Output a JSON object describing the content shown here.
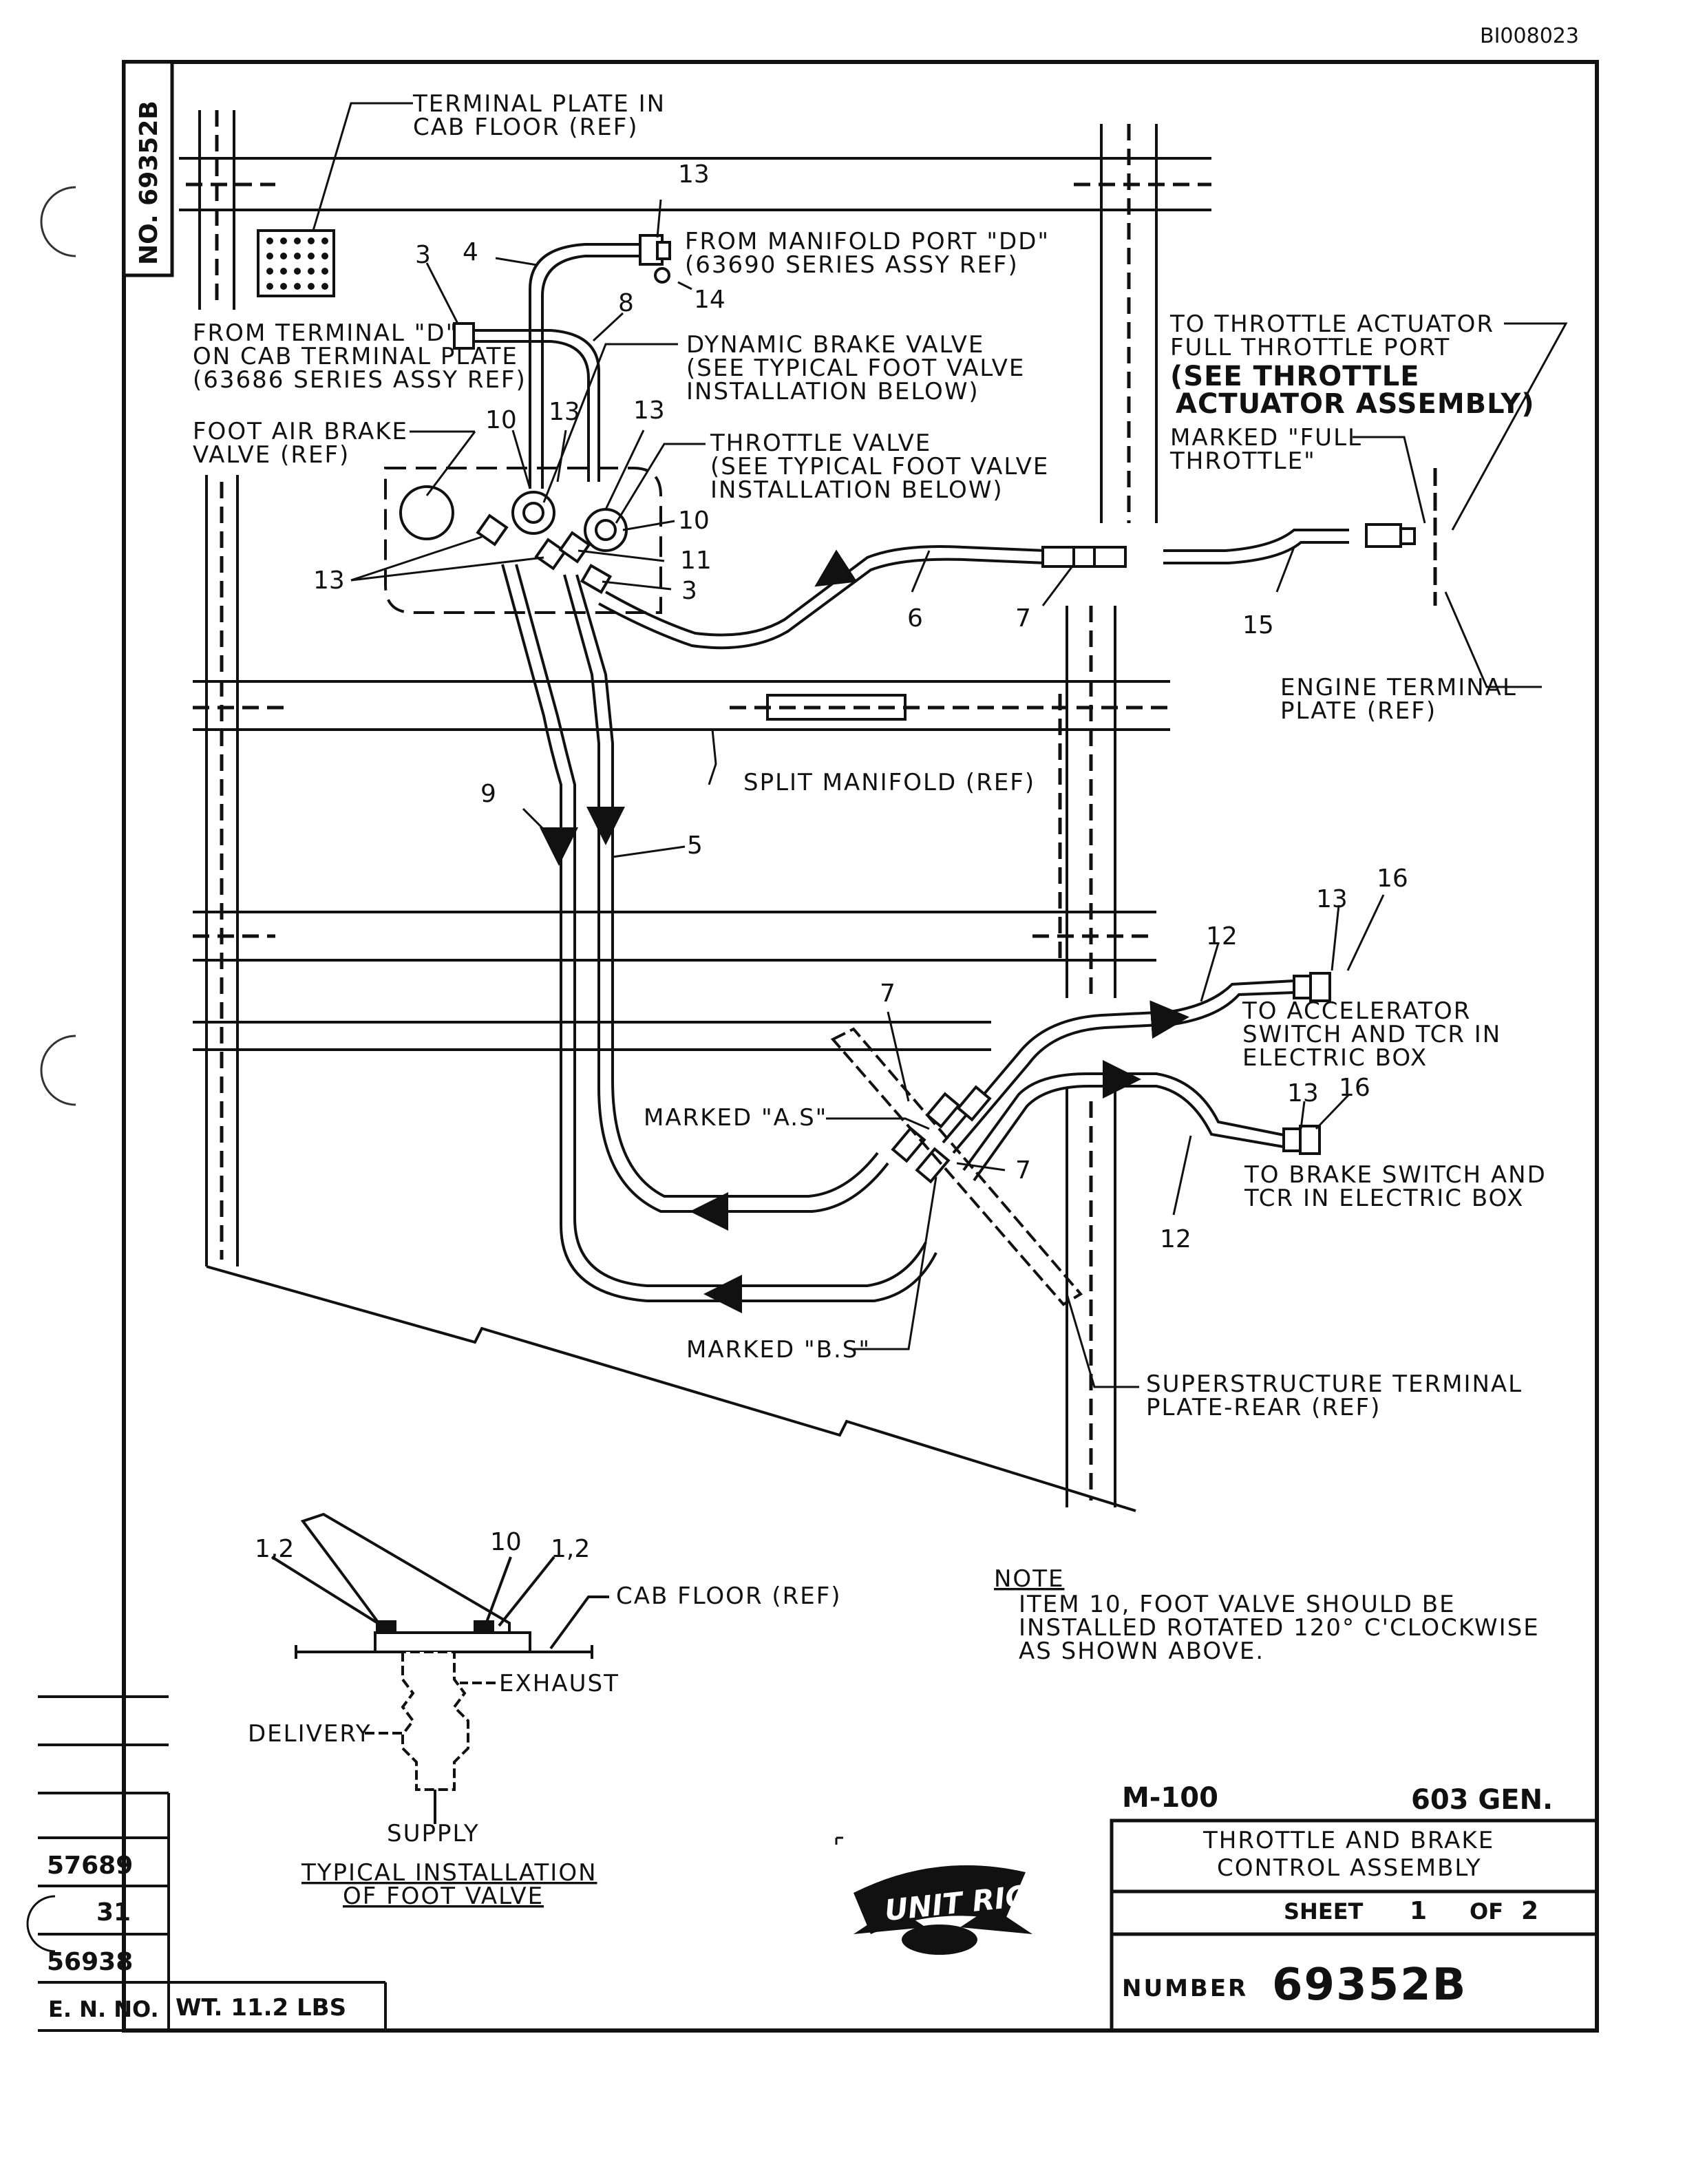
{
  "doc_id": "BI008023",
  "side_tab": "NO. 69352B",
  "labels": {
    "terminal_plate_cab": [
      "TERMINAL PLATE IN",
      "CAB FLOOR (REF)"
    ],
    "from_manifold": [
      "FROM MANIFOLD PORT \"DD\"",
      "(63690 SERIES ASSY REF)"
    ],
    "from_terminal": [
      "FROM TERMINAL \"D\"",
      "ON CAB TERMINAL PLATE",
      "(63686 SERIES ASSY REF)"
    ],
    "dynamic_brake": [
      "DYNAMIC BRAKE VALVE",
      "(SEE TYPICAL FOOT VALVE",
      "INSTALLATION BELOW)"
    ],
    "foot_air_brake": [
      "FOOT AIR BRAKE",
      "VALVE (REF)"
    ],
    "throttle_valve": [
      "THROTTLE VALVE",
      "(SEE TYPICAL FOOT VALVE",
      "INSTALLATION BELOW)"
    ],
    "throttle_actuator": [
      "TO THROTTLE ACTUATOR",
      "FULL THROTTLE PORT"
    ],
    "see_throttle": [
      "(SEE THROTTLE",
      "ACTUATOR ASSEMBLY)"
    ],
    "marked_full": [
      "MARKED \"FULL",
      "THROTTLE\""
    ],
    "engine_terminal": [
      "ENGINE TERMINAL",
      "PLATE (REF)"
    ],
    "split_manifold": "SPLIT MANIFOLD (REF)",
    "accelerator": [
      "TO ACCELERATOR",
      "SWITCH AND TCR IN",
      "ELECTRIC BOX"
    ],
    "brake_switch": [
      "TO BRAKE SWITCH AND",
      "TCR IN ELECTRIC BOX"
    ],
    "marked_as": "MARKED \"A.S\"",
    "marked_bs": "MARKED \"B.S\"",
    "superstructure": [
      "SUPERSTRUCTURE TERMINAL",
      "PLATE-REAR (REF)"
    ],
    "cab_floor": "CAB FLOOR (REF)",
    "exhaust": "EXHAUST",
    "delivery": "DELIVERY",
    "supply": "SUPPLY",
    "typical_install": [
      "TYPICAL INSTALLATION",
      "OF FOOT VALVE"
    ],
    "note_title": "NOTE",
    "note_text": [
      "ITEM 10, FOOT VALVE SHOULD BE",
      "INSTALLED ROTATED 120° C'CLOCKWISE",
      "AS SHOWN ABOVE."
    ]
  },
  "callouts": {
    "c13_top": "13",
    "c14": "14",
    "c3_top": "3",
    "c4": "4",
    "c8": "8",
    "c10_left": "10",
    "c13_mid": "13",
    "c13_right": "13",
    "c10_right": "10",
    "c11": "11",
    "c3_mid": "3",
    "c13_left": "13",
    "c6": "6",
    "c7_top": "7",
    "c15": "15",
    "c9": "9",
    "c5": "5",
    "c13_acc": "13",
    "c16_acc": "16",
    "c12_acc": "12",
    "c7_mid": "7",
    "c13_bs": "13",
    "c16_bs": "16",
    "c7_low": "7",
    "c12_bs": "12",
    "c12_left": "1,2",
    "c10_foot": "10",
    "c12_right": "1,2"
  },
  "title_block": {
    "model": "M-100",
    "gen": "603 GEN.",
    "title": [
      "THROTTLE AND BRAKE",
      "CONTROL ASSEMBLY"
    ],
    "sheet_label": "SHEET",
    "sheet_num": "1",
    "of_label": "OF",
    "sheet_total": "2",
    "number_label": "NUMBER",
    "number": "69352B",
    "logo": "UNIT RIG"
  },
  "revisions": {
    "r1": "57689",
    "r2": "31",
    "r3": "56938",
    "en_no": "E. N. NO.",
    "weight": "WT. 11.2 LBS"
  }
}
